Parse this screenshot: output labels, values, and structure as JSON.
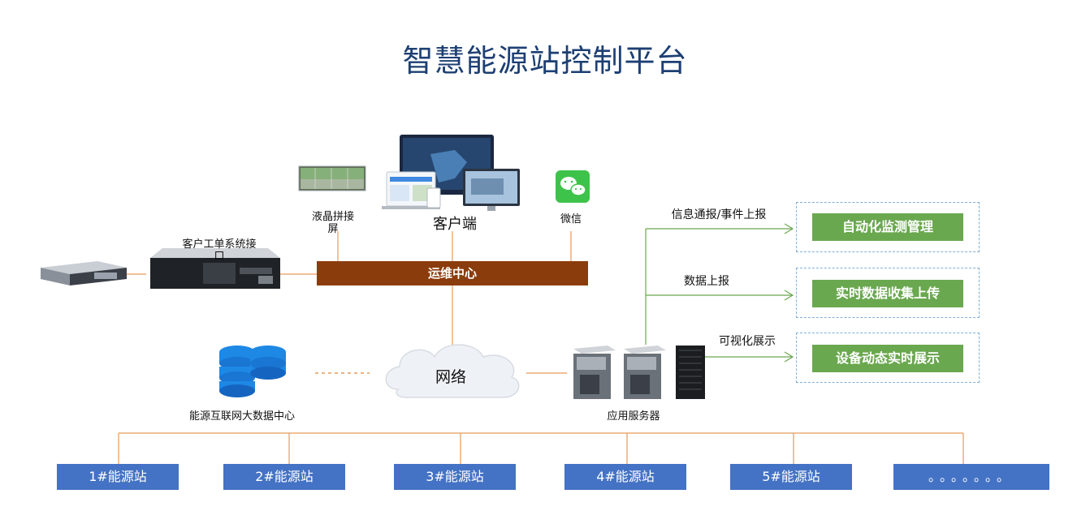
{
  "title": "智慧能源站控制平台",
  "labels": {
    "lcd_wall": "液晶拼接屏",
    "client": "客户端",
    "wechat": "微信",
    "work_order": "客户工单系统接口",
    "ops_center": "运维中心",
    "network": "网络",
    "big_data": "能源互联网大数据中心",
    "app_server": "应用服务器"
  },
  "flows": [
    {
      "arrow": "信息通报/事件上报",
      "box": "自动化监测管理"
    },
    {
      "arrow": "数据上报",
      "box": "实时数据收集上传"
    },
    {
      "arrow": "可视化展示",
      "box": "设备动态实时展示"
    }
  ],
  "stations": [
    "1#能源站",
    "2#能源站",
    "3#能源站",
    "4#能源站",
    "5#能源站",
    "。。。。。。。"
  ],
  "colors": {
    "title": "#1d3f73",
    "ops_bar": "#8b3c0c",
    "line": "#e59a5b",
    "green_line": "#6aa84f",
    "green_box": "#6aa84f",
    "station": "#4472c4",
    "dash_border": "#7fb0d8",
    "db_blue": "#1e88e5"
  },
  "icons": [
    "server-rack-icon",
    "monitor-icon",
    "lcd-wall-icon",
    "wechat-icon",
    "database-icon",
    "cloud-icon",
    "tower-server-icon"
  ]
}
